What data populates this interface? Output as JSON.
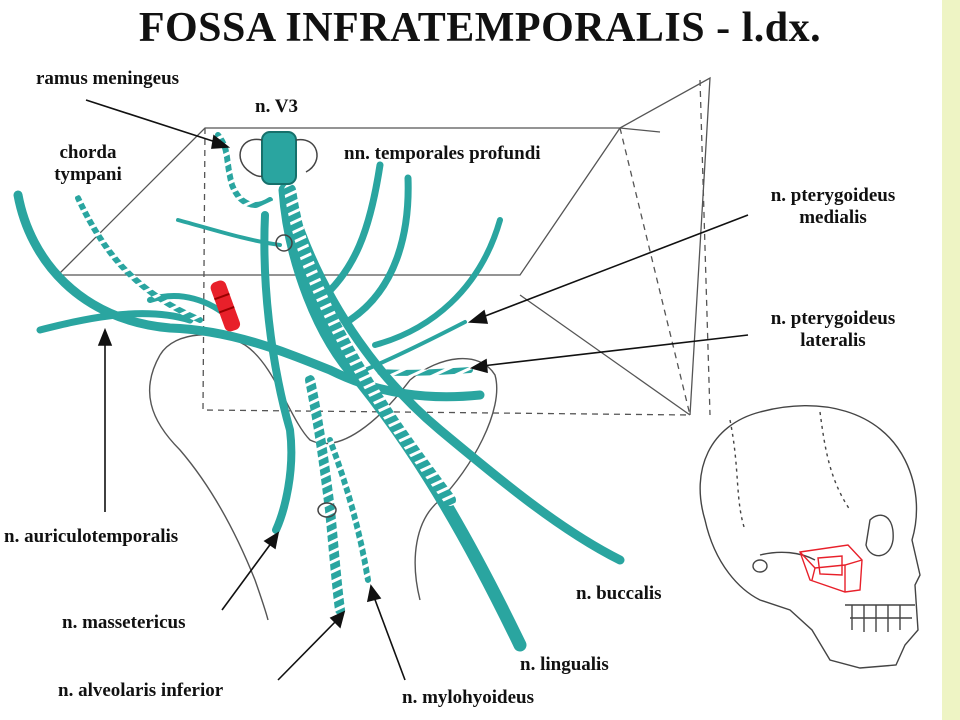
{
  "title": "FOSSA INFRATEMPORALIS - l.dx.",
  "colors": {
    "nerve": "#2aa5a0",
    "nerve_dark": "#16706b",
    "artery": "#e8202a",
    "outline": "#555555",
    "stripe": "#eef4c4"
  },
  "labels": {
    "ramus_meningeus": "ramus meningeus",
    "n_v3": "n. V3",
    "chorda_tympani_line1": "chorda",
    "chorda_tympani_line2": "tympani",
    "temporales_profundi": "nn. temporales profundi",
    "pterygoideus_medialis_line1": "n. pterygoideus",
    "pterygoideus_medialis_line2": "medialis",
    "pterygoideus_lateralis_line1": "n. pterygoideus",
    "pterygoideus_lateralis_line2": "lateralis",
    "auriculotemporalis": "n. auriculotemporalis",
    "massetericus": "n. massetericus",
    "buccalis": "n. buccalis",
    "lingualis": "n. lingualis",
    "alveolaris_inferior": "n. alveolaris inferior",
    "mylohyoideus": "n. mylohyoideus"
  },
  "icons": {
    "skull": "skull-icon"
  }
}
